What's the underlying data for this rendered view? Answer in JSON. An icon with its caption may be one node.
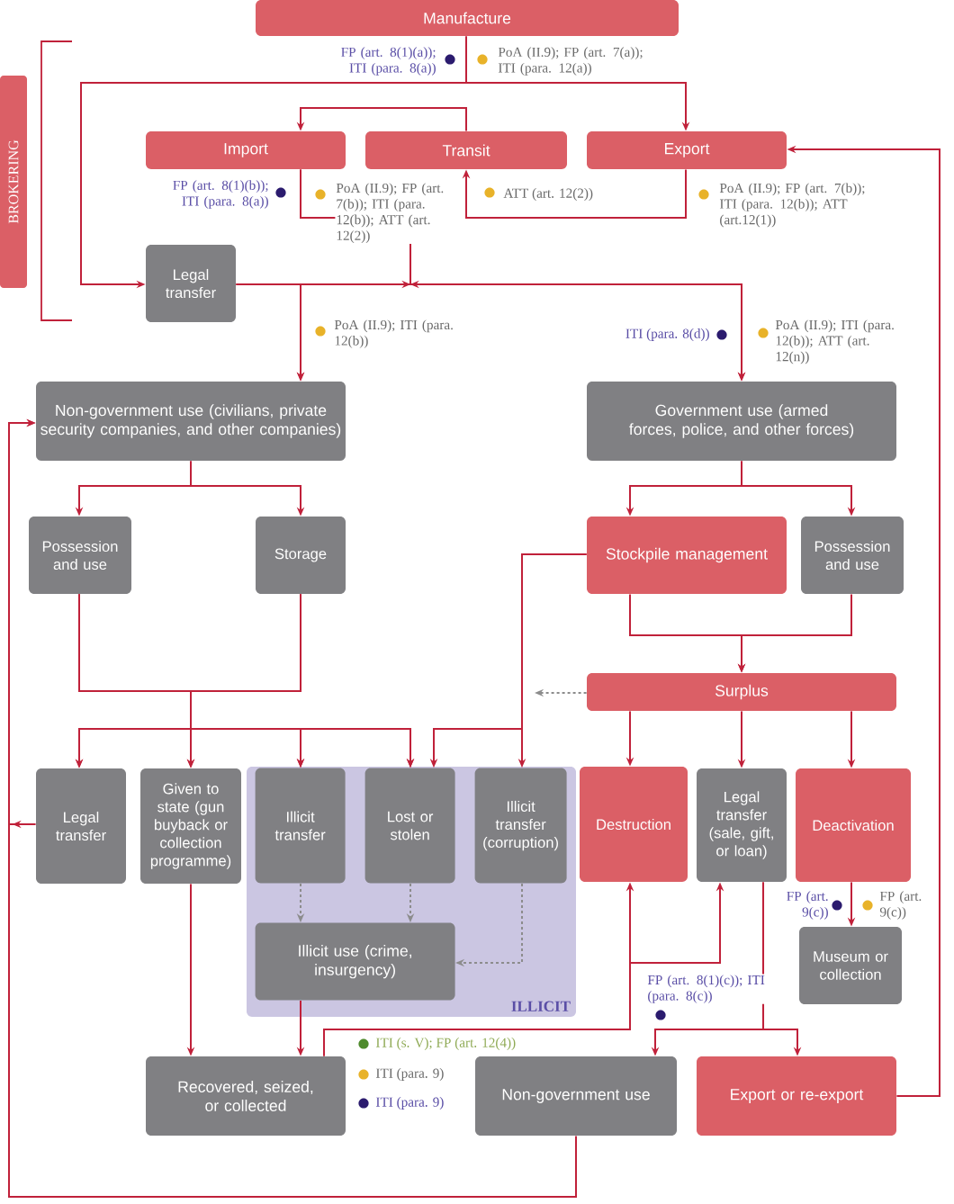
{
  "diagram": {
    "nodes": [
      {
        "text": [
          "Manufacture"
        ]
      },
      {
        "text": [
          "BROKERING"
        ]
      },
      {
        "text": [
          "Import"
        ]
      },
      {
        "text": [
          "Transit"
        ]
      },
      {
        "text": [
          "Export"
        ]
      },
      {
        "text": [
          "Legal transfer"
        ]
      },
      {
        "text": [
          "Non-government use (civilians, private security companies, and other companies)"
        ]
      },
      {
        "text": [
          "Government use (armed forces, police, and other forces)"
        ]
      },
      {
        "text": [
          "Possession and use"
        ]
      },
      {
        "text": [
          "Storage"
        ]
      },
      {
        "text": [
          "Stockpile management"
        ]
      },
      {
        "text": [
          "Possession and use"
        ]
      },
      {
        "text": [
          "Surplus"
        ]
      },
      {
        "text": [
          "Legal transfer"
        ]
      },
      {
        "text": [
          "Given to state (gun buyback or collection programme)"
        ]
      },
      {
        "text": [
          "ILLICIT"
        ]
      },
      {
        "text": [
          "Illicit transfer"
        ],
        "in": 15
      },
      {
        "text": [
          "Lost or stolen"
        ],
        "in": 15
      },
      {
        "text": [
          "Illicit transfer (corruption)"
        ],
        "in": 15
      },
      {
        "text": [
          "Destruction"
        ]
      },
      {
        "text": [
          "Legal transfer (sale, gift, or loan)"
        ]
      },
      {
        "text": [
          "Deactivation"
        ]
      },
      {
        "text": [
          "Illicit use (crime, insurgency)"
        ],
        "in": 15
      },
      {
        "text": [
          "Museum or collection"
        ]
      },
      {
        "text": [
          "Recovered, seized, or collected"
        ]
      },
      {
        "text": [
          "Non-government use"
        ]
      },
      {
        "text": [
          "Export or re-export"
        ]
      }
    ],
    "edges": [
      {
        "from": 0,
        "to": 4,
        "arrow": "to"
      },
      {
        "from": 0,
        "to": 5,
        "arrow": "to"
      },
      {
        "from": 3,
        "to": 2,
        "arrow": "to"
      },
      {
        "from": 4,
        "to": 3,
        "arrow": "to"
      },
      {
        "from": 2,
        "to": 6,
        "arrow": "to"
      },
      {
        "from": 2,
        "to": 7,
        "arrow": "to"
      },
      {
        "from": 5,
        "to": 6,
        "arrow": "to"
      },
      {
        "from": 5,
        "to": 7,
        "arrow": "to"
      },
      {
        "from": 26,
        "to": 4,
        "arrow": "to"
      },
      {
        "from": 6,
        "to": 8,
        "arrow": "to"
      },
      {
        "from": 6,
        "to": 9,
        "arrow": "to"
      },
      {
        "from": 7,
        "to": 10,
        "arrow": "to"
      },
      {
        "from": 7,
        "to": 11,
        "arrow": "to"
      },
      {
        "from": 10,
        "to": 12,
        "arrow": "to"
      },
      {
        "from": 11,
        "to": 12,
        "arrow": "to"
      },
      {
        "from": 10,
        "to": 18,
        "arrow": "to"
      },
      {
        "from": 10,
        "to": 17,
        "arrow": "to"
      },
      {
        "from": 12,
        "to": null,
        "arrow": "to",
        "style": "dashed",
        "color": "#8c8c8c"
      },
      {
        "from": 8,
        "to": 13,
        "arrow": "to"
      },
      {
        "from": 8,
        "to": 14,
        "arrow": "to"
      },
      {
        "from": 8,
        "to": 16,
        "arrow": "to"
      },
      {
        "from": 8,
        "to": 17,
        "arrow": "to"
      },
      {
        "from": 9,
        "to": 13,
        "arrow": "to"
      },
      {
        "from": 9,
        "to": 14,
        "arrow": "to"
      },
      {
        "from": 9,
        "to": 16,
        "arrow": "to"
      },
      {
        "from": 9,
        "to": 17,
        "arrow": "to"
      },
      {
        "from": 12,
        "to": 19,
        "arrow": "to"
      },
      {
        "from": 12,
        "to": 20,
        "arrow": "to"
      },
      {
        "from": 12,
        "to": 21,
        "arrow": "to"
      },
      {
        "from": 13,
        "to": 6,
        "arrow": "to"
      },
      {
        "from": 25,
        "to": 6,
        "arrow": "to"
      },
      {
        "from": 14,
        "to": 24,
        "arrow": "to"
      },
      {
        "from": 16,
        "to": 22,
        "arrow": "to",
        "style": "dashed",
        "color": "#8c8c8c"
      },
      {
        "from": 17,
        "to": 22,
        "arrow": "to",
        "style": "dashed",
        "color": "#8c8c8c"
      },
      {
        "from": 18,
        "to": 22,
        "arrow": "to",
        "style": "dashed",
        "color": "#8c8c8c"
      },
      {
        "from": 22,
        "to": 24,
        "arrow": "to"
      },
      {
        "from": 24,
        "to": 19,
        "arrow": "to"
      },
      {
        "from": 24,
        "to": 20,
        "arrow": "to"
      },
      {
        "from": 20,
        "to": 25,
        "arrow": "to"
      },
      {
        "from": 20,
        "to": 26,
        "arrow": "to"
      },
      {
        "from": 21,
        "to": 23,
        "arrow": "to"
      }
    ],
    "labels": [
      "FP (art. 8(1)(a)); ITI (para. 8(a))",
      "PoA (II.9); FP (art. 7(a)); ITI (para. 12(a))",
      "FP (art. 8(1)(b)); ITI (para. 8(a))",
      "PoA (II.9); FP (art. 7(b)); ITI (para. 12(b)); ATT (art. 12(2))",
      "ATT (art. 12(2))",
      "PoA (II.9); FP (art. 7(b)); ITI (para. 12(b)); ATT (art.12(1))",
      "PoA (II.9); ITI (para. 12(b))",
      "ITI (para. 8(d))",
      "PoA (II.9); ITI (para. 12(b)); ATT (art. 12(n))",
      "FP (art. 9(c))",
      "FP (art. 9(c))",
      "FP (art. 8(1)(c)); ITI (para. 8(c))",
      "ITI (s. V); FP (art. 12(4))",
      "ITI (para. 9)",
      "ITI (para. 9)"
    ]
  }
}
